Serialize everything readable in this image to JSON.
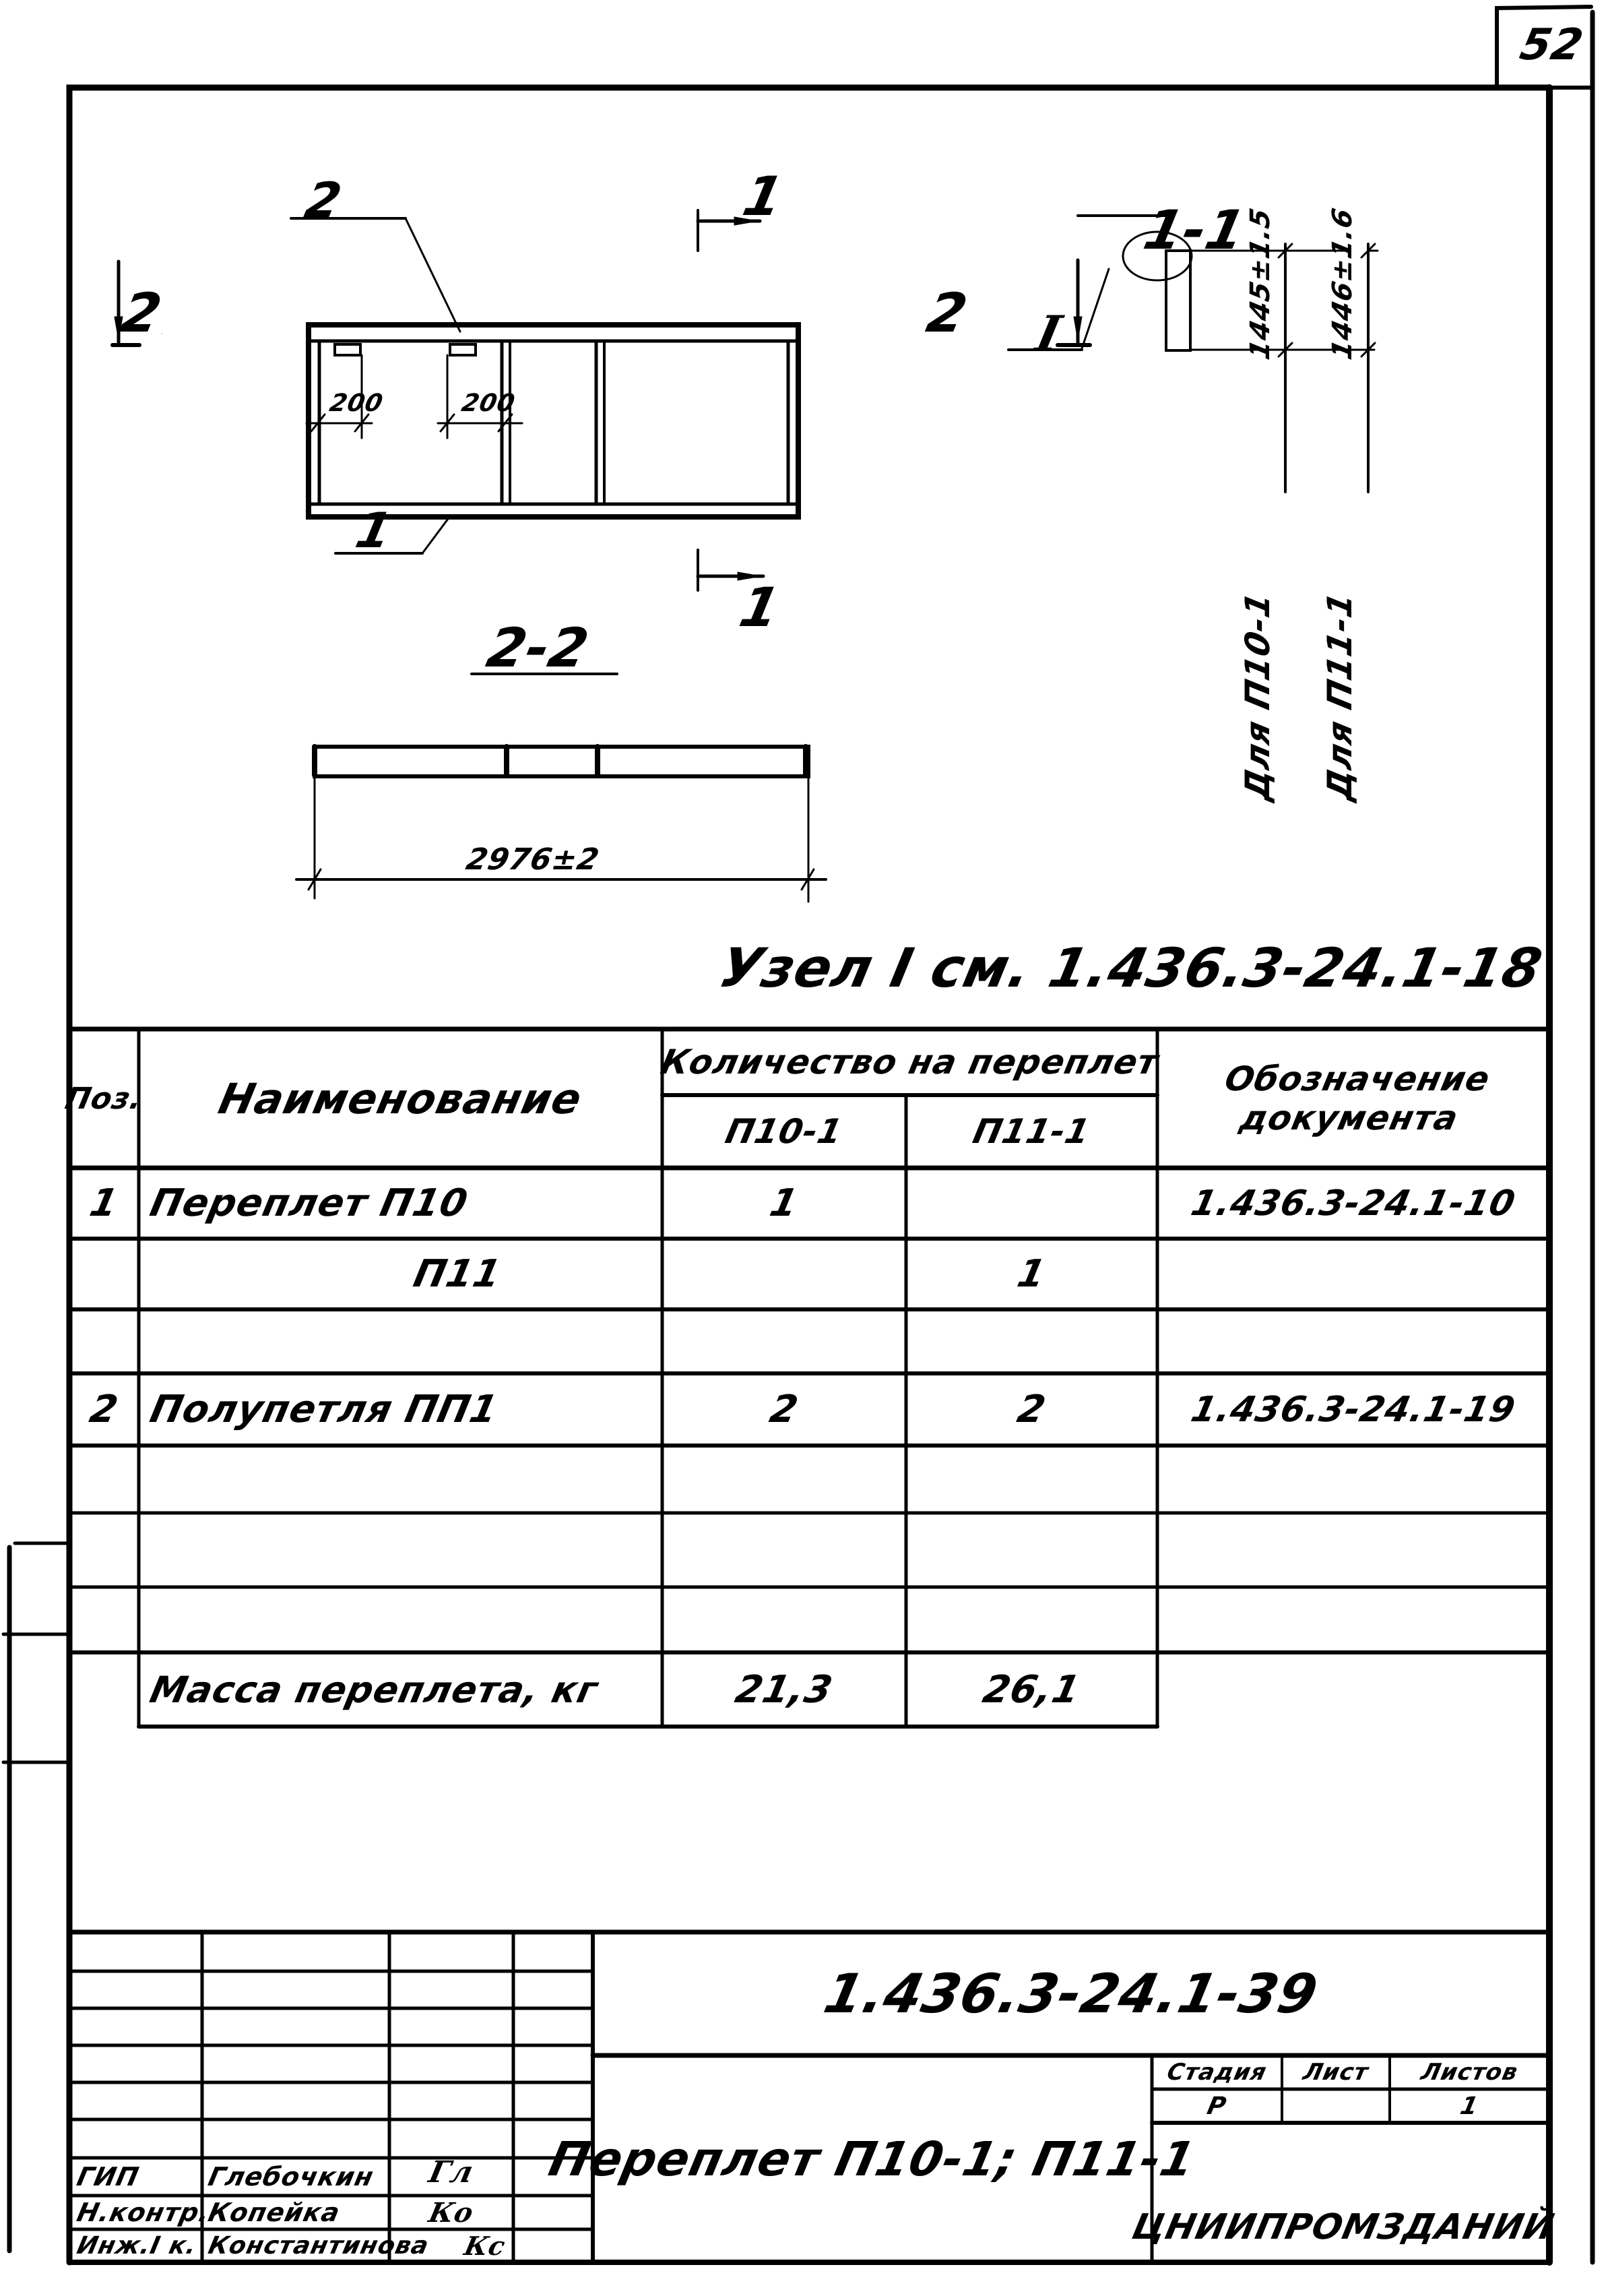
{
  "sheet": {
    "page_number": "52",
    "stamp_code": "1.436.3-24.1-39",
    "title": "Переплет П10-1; П11-1",
    "organization": "ЦНИИПРОМЗДАНИЙ"
  },
  "drawing": {
    "plan_leader_2": "2",
    "plan_leader_1": "1",
    "section_mark_1_top": "1",
    "section_mark_1_bottom": "1",
    "section_mark_2_left": "2",
    "section_mark_2_right": "2",
    "dim_200_left": "200",
    "dim_200_right": "200",
    "section_2_2_title": "2-2",
    "section_2_2_dim": "2976±2",
    "section_1_1_title": "1-1",
    "node_label": "I",
    "dim_1445": "1445±1.5",
    "dim_1446": "1446±1.6",
    "for_p10": "Для П10-1",
    "for_p11": "Для П11-1",
    "node_note": "Узел I см. 1.436.3-24.1-18"
  },
  "spec_table": {
    "headers": {
      "pos": "Поз.",
      "name": "Наименование",
      "qty_group": "Количество на переплет",
      "qty_p10": "П10-1",
      "qty_p11": "П11-1",
      "doc": "Обозначение документа"
    },
    "rows": [
      {
        "pos": "1",
        "name": "Переплет П10",
        "qty_p10": "1",
        "qty_p11": "",
        "doc": "1.436.3-24.1-10"
      },
      {
        "pos": "",
        "name": "П11",
        "qty_p10": "",
        "qty_p11": "1",
        "doc": ""
      },
      {
        "pos": "",
        "name": "",
        "qty_p10": "",
        "qty_p11": "",
        "doc": ""
      },
      {
        "pos": "2",
        "name": "Полупетля ПП1",
        "qty_p10": "2",
        "qty_p11": "2",
        "doc": "1.436.3-24.1-19"
      },
      {
        "pos": "",
        "name": "",
        "qty_p10": "",
        "qty_p11": "",
        "doc": ""
      },
      {
        "pos": "",
        "name": "",
        "qty_p10": "",
        "qty_p11": "",
        "doc": ""
      },
      {
        "pos": "",
        "name": "",
        "qty_p10": "",
        "qty_p11": "",
        "doc": ""
      }
    ],
    "mass_row": {
      "label": "Масса переплета, кг",
      "qty_p10": "21,3",
      "qty_p11": "26,1"
    }
  },
  "title_block": {
    "signatures": [
      {
        "role": "ГИП",
        "name": "Глебочкин",
        "sign": "Гл"
      },
      {
        "role": "Н.контр.",
        "name": "Копейка",
        "sign": "Ко"
      },
      {
        "role": "Инж.I к.",
        "name": "Константинова",
        "sign": "Кс"
      }
    ],
    "stage_header": "Стадия",
    "sheet_header": "Лист",
    "sheets_header": "Листов",
    "stage_value": "Р",
    "sheet_value": "",
    "sheets_value": "1"
  }
}
